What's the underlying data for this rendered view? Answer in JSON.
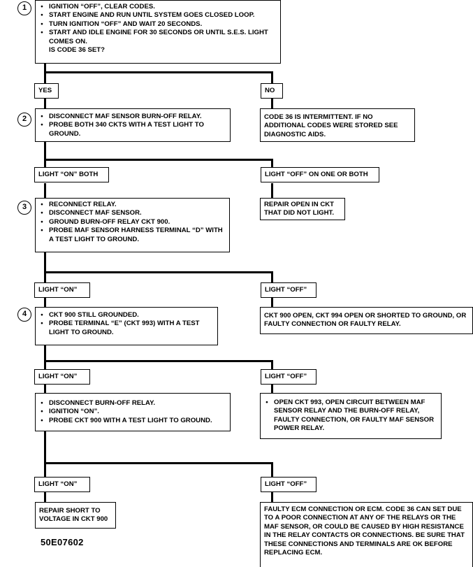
{
  "steps": [
    {
      "number": "1",
      "bullets": [
        "IGNITION “OFF”, CLEAR CODES.",
        "START ENGINE AND RUN UNTIL SYSTEM GOES CLOSED LOOP.",
        "TURN IGNITION “OFF” AND WAIT 20 SECONDS.",
        "START AND IDLE ENGINE FOR 30 SECONDS OR UNTIL S.E.S. LIGHT COMES ON."
      ],
      "question": "IS CODE 36 SET?"
    },
    {
      "number": "2",
      "bullets": [
        "DISCONNECT MAF SENSOR BURN-OFF RELAY.",
        "PROBE BOTH 340 CKTS WITH A TEST LIGHT TO GROUND."
      ]
    },
    {
      "number": "3",
      "bullets": [
        "RECONNECT RELAY.",
        "DISCONNECT MAF SENSOR.",
        "GROUND BURN-OFF RELAY CKT 900.",
        "PROBE MAF SENSOR HARNESS TERMINAL “D” WITH A TEST LIGHT TO GROUND."
      ]
    },
    {
      "number": "4",
      "bullets": [
        "CKT 900 STILL GROUNDED.",
        "PROBE TERMINAL “E” (CKT 993) WITH A TEST LIGHT TO GROUND."
      ]
    },
    {
      "number": "",
      "bullets": [
        "DISCONNECT BURN-OFF RELAY.",
        "IGNITION “ON”.",
        "PROBE CKT 900 WITH A TEST LIGHT TO GROUND."
      ]
    }
  ],
  "branches": {
    "yes": "YES",
    "no": "NO",
    "light_on_both": "LIGHT “ON” BOTH",
    "light_off_one_or_both": "LIGHT “OFF” ON ONE OR BOTH",
    "light_on": "LIGHT “ON”",
    "light_off": "LIGHT “OFF”"
  },
  "outcomes": {
    "intermittent": "CODE 36 IS INTERMITTENT. IF NO ADDITIONAL CODES WERE STORED SEE DIAGNOSTIC AIDS.",
    "repair_open": "REPAIR OPEN IN CKT THAT DID NOT LIGHT.",
    "ckt900_open": "CKT 900 OPEN, CKT 994 OPEN OR SHORTED TO GROUND, OR FAULTY CONNECTION OR FAULTY RELAY.",
    "open_ckt993": "OPEN CKT 993, OPEN CIRCUIT BETWEEN MAF SENSOR RELAY AND THE BURN-OFF RELAY, FAULTY CONNECTION, OR FAULTY MAF SENSOR POWER RELAY.",
    "repair_short": "REPAIR SHORT TO VOLTAGE IN CKT 900",
    "faulty_ecm": "FAULTY ECM CONNECTION OR ECM. CODE 36 CAN SET DUE TO A POOR CONNECTION AT ANY OF THE RELAYS OR THE MAF SENSOR, OR COULD BE CAUSED BY HIGH RESISTANCE IN THE RELAY CONTACTS OR CONNECTIONS. BE SURE THAT THESE CONNECTIONS AND TERMINALS ARE OK BEFORE REPLACING ECM."
  },
  "figure_code": "50E07602"
}
